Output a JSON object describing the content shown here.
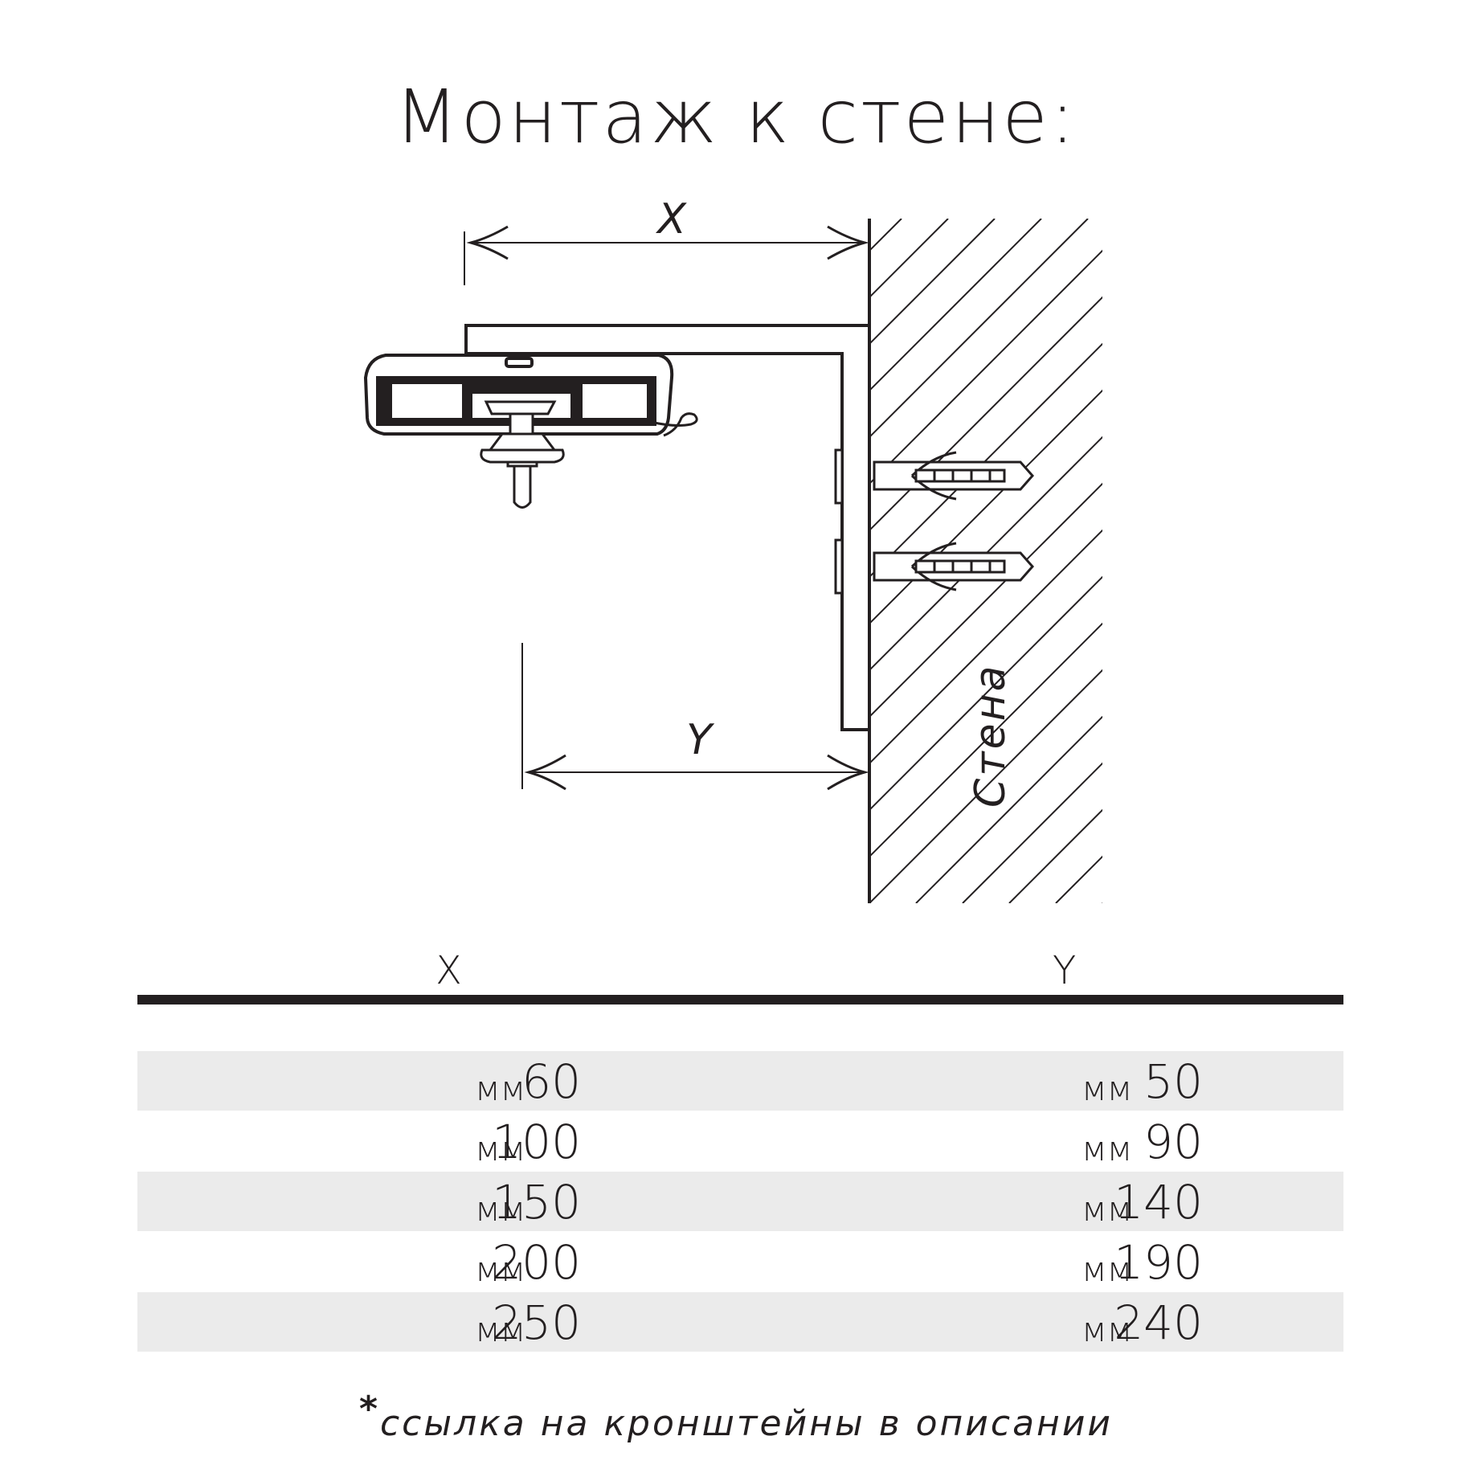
{
  "title": "Монтаж к стене:",
  "diagram": {
    "dim_x_label": "X",
    "dim_y_label": "Y",
    "wall_label": "Стена"
  },
  "table": {
    "headers": [
      "X",
      "Y"
    ],
    "rows": [
      {
        "x": "60",
        "x_unit": "мм",
        "y": "50",
        "y_unit": "мм"
      },
      {
        "x": "100",
        "x_unit": "мм",
        "y": "90",
        "y_unit": "мм"
      },
      {
        "x": "150",
        "x_unit": "мм",
        "y": "140",
        "y_unit": "мм"
      },
      {
        "x": "200",
        "x_unit": "мм",
        "y": "190",
        "y_unit": "мм"
      },
      {
        "x": "250",
        "x_unit": "мм",
        "y": "240",
        "y_unit": "мм"
      }
    ]
  },
  "footnote": {
    "star": "*",
    "text": "ссылка на кронштейны в описании"
  },
  "colors": {
    "ink": "#231f20",
    "row_shade": "#ebebeb"
  }
}
